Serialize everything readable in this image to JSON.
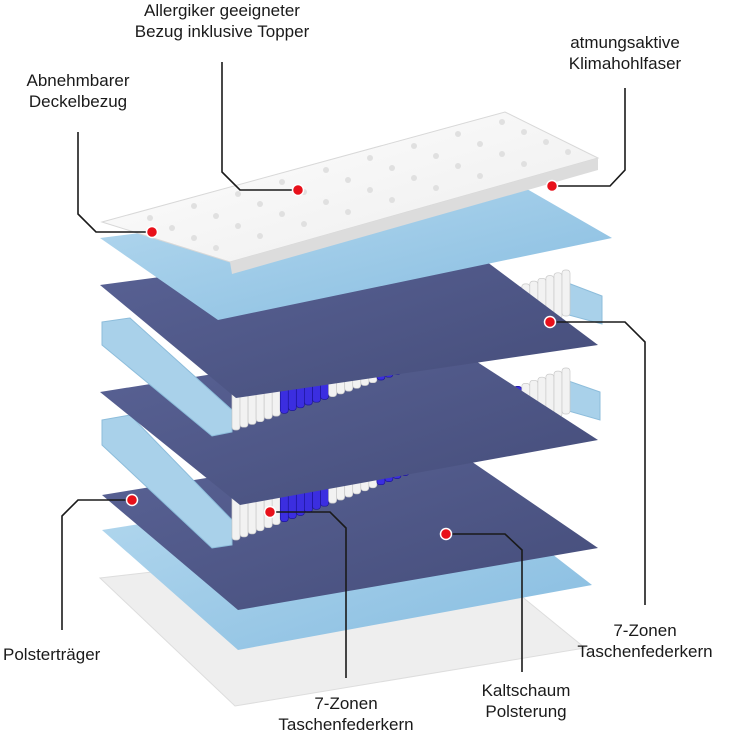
{
  "labels": {
    "allergy_cover": [
      "Allergiker geeigneter",
      "Bezug inklusive Topper"
    ],
    "removable_cover": [
      "Abnehmbarer",
      "Deckelbezug"
    ],
    "breathable_fiber": [
      "atmungsaktive",
      "Klimahohlfaser"
    ],
    "spring_core_right": [
      "7-Zonen",
      "Taschenfederkern"
    ],
    "spring_core_bottom": [
      "7-Zonen",
      "Taschenfederkern"
    ],
    "pad_carrier": "Polsterträger",
    "cold_foam": [
      "Kaltschaum",
      "Polsterung"
    ]
  },
  "colors": {
    "topper": "#f7f7f7",
    "light_blue_layer": "#9fcbe6",
    "felt_layer": "#4f5887",
    "foam_frame": "#a9d1ea",
    "spring_white": "#f2f2f2",
    "spring_blue": "#3b2ee0",
    "marker": "#e8101a"
  },
  "spring_zone_pattern": [
    "white",
    "blue",
    "white",
    "blue",
    "white",
    "blue",
    "white"
  ]
}
